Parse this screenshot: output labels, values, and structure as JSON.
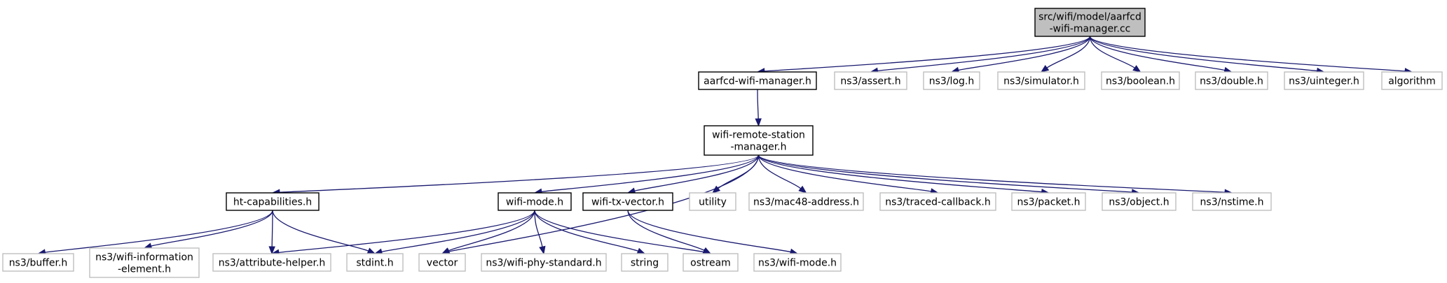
{
  "colors": {
    "edge": "#191970",
    "root_fill": "#bfbfbf",
    "internal_border": "#000000",
    "external_border": "#bfbfbf"
  },
  "nodes": [
    {
      "id": "root",
      "kind": "root",
      "lines": [
        "src/wifi/model/aarfcd",
        "-wifi-manager.cc"
      ]
    },
    {
      "id": "aarfcd-wifi-manager-h",
      "kind": "internal",
      "lines": [
        "aarfcd-wifi-manager.h"
      ]
    },
    {
      "id": "ns3-assert-h",
      "kind": "external",
      "lines": [
        "ns3/assert.h"
      ]
    },
    {
      "id": "ns3-log-h",
      "kind": "external",
      "lines": [
        "ns3/log.h"
      ]
    },
    {
      "id": "ns3-simulator-h",
      "kind": "external",
      "lines": [
        "ns3/simulator.h"
      ]
    },
    {
      "id": "ns3-boolean-h",
      "kind": "external",
      "lines": [
        "ns3/boolean.h"
      ]
    },
    {
      "id": "ns3-double-h",
      "kind": "external",
      "lines": [
        "ns3/double.h"
      ]
    },
    {
      "id": "ns3-uinteger-h",
      "kind": "external",
      "lines": [
        "ns3/uinteger.h"
      ]
    },
    {
      "id": "algorithm",
      "kind": "external",
      "lines": [
        "algorithm"
      ]
    },
    {
      "id": "wifi-remote-station-manager-h",
      "kind": "internal",
      "lines": [
        "wifi-remote-station",
        "-manager.h"
      ]
    },
    {
      "id": "ht-capabilities-h",
      "kind": "internal",
      "lines": [
        "ht-capabilities.h"
      ]
    },
    {
      "id": "wifi-mode-h",
      "kind": "internal",
      "lines": [
        "wifi-mode.h"
      ]
    },
    {
      "id": "wifi-tx-vector-h",
      "kind": "internal",
      "lines": [
        "wifi-tx-vector.h"
      ]
    },
    {
      "id": "utility",
      "kind": "external",
      "lines": [
        "utility"
      ]
    },
    {
      "id": "ns3-mac48-address-h",
      "kind": "external",
      "lines": [
        "ns3/mac48-address.h"
      ]
    },
    {
      "id": "ns3-traced-callback-h",
      "kind": "external",
      "lines": [
        "ns3/traced-callback.h"
      ]
    },
    {
      "id": "ns3-packet-h",
      "kind": "external",
      "lines": [
        "ns3/packet.h"
      ]
    },
    {
      "id": "ns3-object-h",
      "kind": "external",
      "lines": [
        "ns3/object.h"
      ]
    },
    {
      "id": "ns3-nstime-h",
      "kind": "external",
      "lines": [
        "ns3/nstime.h"
      ]
    },
    {
      "id": "ns3-buffer-h",
      "kind": "external",
      "lines": [
        "ns3/buffer.h"
      ]
    },
    {
      "id": "ns3-wifi-information-element-h",
      "kind": "external",
      "lines": [
        "ns3/wifi-information",
        "-element.h"
      ]
    },
    {
      "id": "ns3-attribute-helper-h",
      "kind": "external",
      "lines": [
        "ns3/attribute-helper.h"
      ]
    },
    {
      "id": "stdint-h",
      "kind": "external",
      "lines": [
        "stdint.h"
      ]
    },
    {
      "id": "vector",
      "kind": "external",
      "lines": [
        "vector"
      ]
    },
    {
      "id": "ns3-wifi-phy-standard-h",
      "kind": "external",
      "lines": [
        "ns3/wifi-phy-standard.h"
      ]
    },
    {
      "id": "string",
      "kind": "external",
      "lines": [
        "string"
      ]
    },
    {
      "id": "ostream",
      "kind": "external",
      "lines": [
        "ostream"
      ]
    },
    {
      "id": "ns3-wifi-mode-h",
      "kind": "external",
      "lines": [
        "ns3/wifi-mode.h"
      ]
    }
  ],
  "edges": [
    [
      "root",
      "aarfcd-wifi-manager-h"
    ],
    [
      "root",
      "ns3-assert-h"
    ],
    [
      "root",
      "ns3-log-h"
    ],
    [
      "root",
      "ns3-simulator-h"
    ],
    [
      "root",
      "ns3-boolean-h"
    ],
    [
      "root",
      "ns3-double-h"
    ],
    [
      "root",
      "ns3-uinteger-h"
    ],
    [
      "root",
      "algorithm"
    ],
    [
      "aarfcd-wifi-manager-h",
      "wifi-remote-station-manager-h"
    ],
    [
      "wifi-remote-station-manager-h",
      "ht-capabilities-h"
    ],
    [
      "wifi-remote-station-manager-h",
      "wifi-mode-h"
    ],
    [
      "wifi-remote-station-manager-h",
      "wifi-tx-vector-h"
    ],
    [
      "wifi-remote-station-manager-h",
      "utility"
    ],
    [
      "wifi-remote-station-manager-h",
      "ns3-mac48-address-h"
    ],
    [
      "wifi-remote-station-manager-h",
      "ns3-traced-callback-h"
    ],
    [
      "wifi-remote-station-manager-h",
      "ns3-packet-h"
    ],
    [
      "wifi-remote-station-manager-h",
      "ns3-object-h"
    ],
    [
      "wifi-remote-station-manager-h",
      "ns3-nstime-h"
    ],
    [
      "wifi-remote-station-manager-h",
      "vector"
    ],
    [
      "ht-capabilities-h",
      "ns3-buffer-h"
    ],
    [
      "ht-capabilities-h",
      "ns3-wifi-information-element-h"
    ],
    [
      "ht-capabilities-h",
      "ns3-attribute-helper-h"
    ],
    [
      "ht-capabilities-h",
      "stdint-h"
    ],
    [
      "wifi-mode-h",
      "ns3-attribute-helper-h"
    ],
    [
      "wifi-mode-h",
      "stdint-h"
    ],
    [
      "wifi-mode-h",
      "vector"
    ],
    [
      "wifi-mode-h",
      "ns3-wifi-phy-standard-h"
    ],
    [
      "wifi-mode-h",
      "string"
    ],
    [
      "wifi-mode-h",
      "ostream"
    ],
    [
      "wifi-tx-vector-h",
      "ostream"
    ],
    [
      "wifi-tx-vector-h",
      "ns3-wifi-mode-h"
    ]
  ]
}
